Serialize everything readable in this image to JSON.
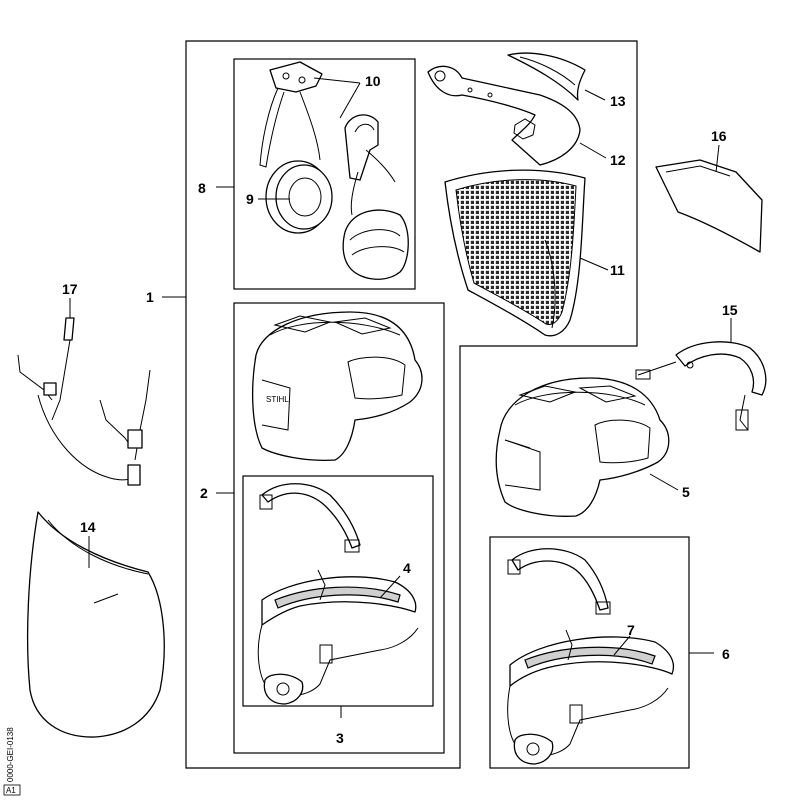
{
  "labels": {
    "l1": "1",
    "l2": "2",
    "l3": "3",
    "l4": "4",
    "l5": "5",
    "l6": "6",
    "l7": "7",
    "l8": "8",
    "l9": "9",
    "l10": "10",
    "l11": "11",
    "l12": "12",
    "l13": "13",
    "l14": "14",
    "l15": "15",
    "l16": "16",
    "l17": "17"
  },
  "document_code": "0000-GEI-0138",
  "corner_mark": "A1"
}
